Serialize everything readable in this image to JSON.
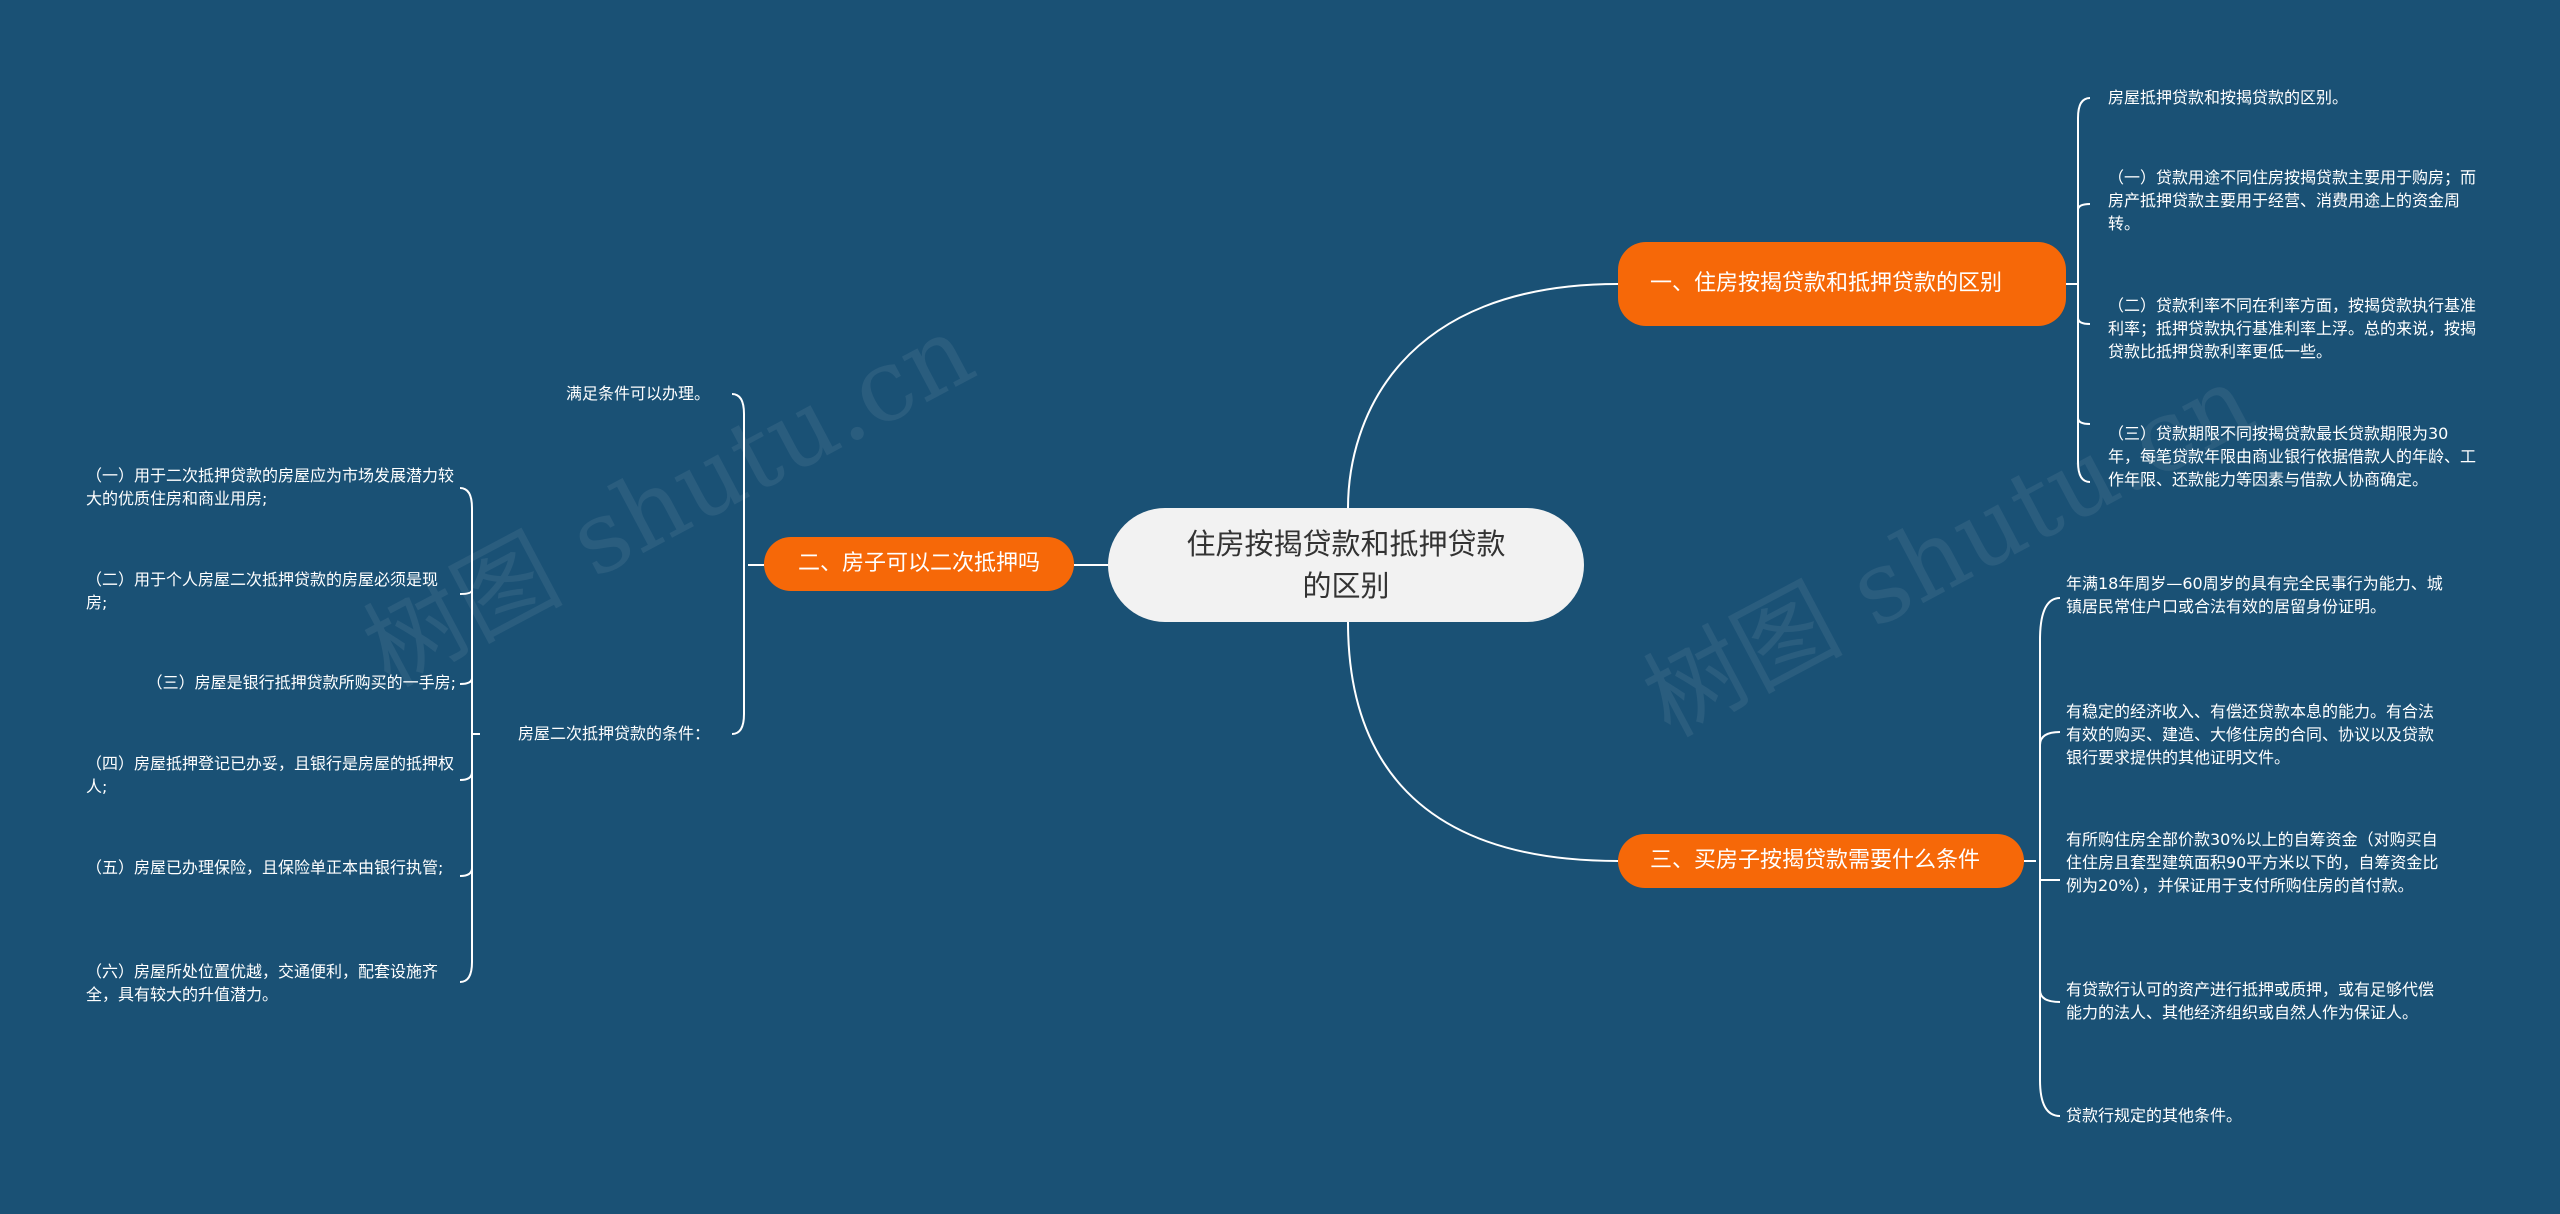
{
  "root": {
    "line1": "住房按揭贷款和抵押贷款",
    "line2": "的区别"
  },
  "branches": [
    {
      "label": "一、住房按揭贷款和抵押贷款的区别"
    },
    {
      "label": "二、房子可以二次抵押吗"
    },
    {
      "label": "三、买房子按揭贷款需要什么条件"
    }
  ],
  "branch1_leaves": [
    "房屋抵押贷款和按揭贷款的区别。",
    "（一）贷款用途不同住房按揭贷款主要用于购房；而房产抵押贷款主要用于经营、消费用途上的资金周转。",
    "（二）贷款利率不同在利率方面，按揭贷款执行基准利率；抵押贷款执行基准利率上浮。总的来说，按揭贷款比抵押贷款利率更低一些。",
    "（三）贷款期限不同按揭贷款最长贷款期限为30年，每笔贷款年限由商业银行依据借款人的年龄、工作年限、还款能力等因素与借款人协商确定。"
  ],
  "branch2_children": [
    "满足条件可以办理。",
    "房屋二次抵押贷款的条件："
  ],
  "branch2_conditions": [
    "（一）用于二次抵押贷款的房屋应为市场发展潜力较大的优质住房和商业用房;",
    "（二）用于个人房屋二次抵押贷款的房屋必须是现房;",
    "（三）房屋是银行抵押贷款所购买的一手房;",
    "（四）房屋抵押登记已办妥，且银行是房屋的抵押权人;",
    "（五）房屋已办理保险，且保险单正本由银行执管;",
    "（六）房屋所处位置优越，交通便利，配套设施齐全，具有较大的升值潜力。"
  ],
  "branch3_leaves": [
    "年满18年周岁—60周岁的具有完全民事行为能力、城镇居民常住户口或合法有效的居留身份证明。",
    "有稳定的经济收入、有偿还贷款本息的能力。有合法有效的购买、建造、大修住房的合同、协议以及贷款银行要求提供的其他证明文件。",
    "有所购住房全部价款30%以上的自筹资金（对购买自住住房且套型建筑面积90平方米以下的，自筹资金比例为20%），并保证用于支付所购住房的首付款。",
    "有贷款行认可的资产进行抵押或质押，或有足够代偿能力的法人、其他经济组织或自然人作为保证人。",
    "贷款行规定的其他条件。"
  ],
  "watermark": "树图 shutu.cn",
  "colors": {
    "background": "#1a5175",
    "branch": "#f66808",
    "root": "#f2f2f2",
    "link": "#ffffff"
  }
}
